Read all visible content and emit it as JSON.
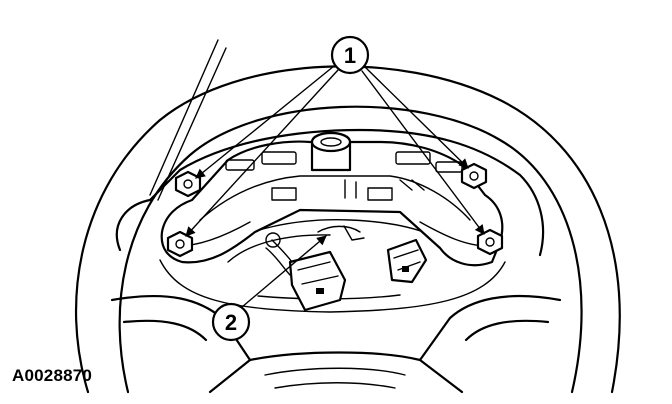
{
  "figure_id": "A0028870",
  "callouts": [
    {
      "label": "1"
    },
    {
      "label": "2"
    }
  ],
  "colors": {
    "ink": "#000000",
    "paper": "#ffffff"
  }
}
